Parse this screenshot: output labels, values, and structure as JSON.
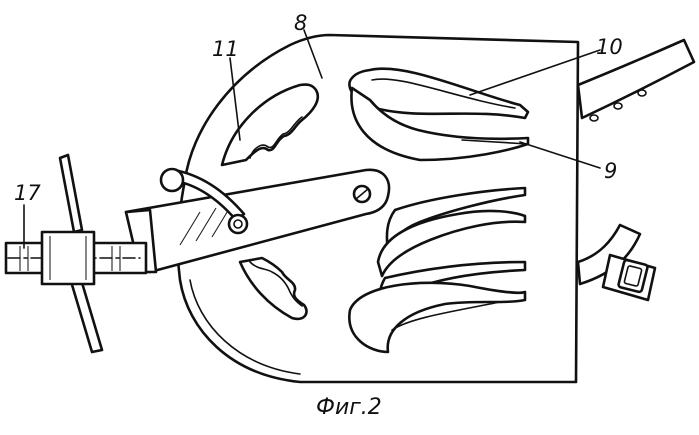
{
  "labels": {
    "plate": "8",
    "clip": "9",
    "spring": "10",
    "slot": "11",
    "shaft": "17"
  },
  "caption": "Фиг.2"
}
